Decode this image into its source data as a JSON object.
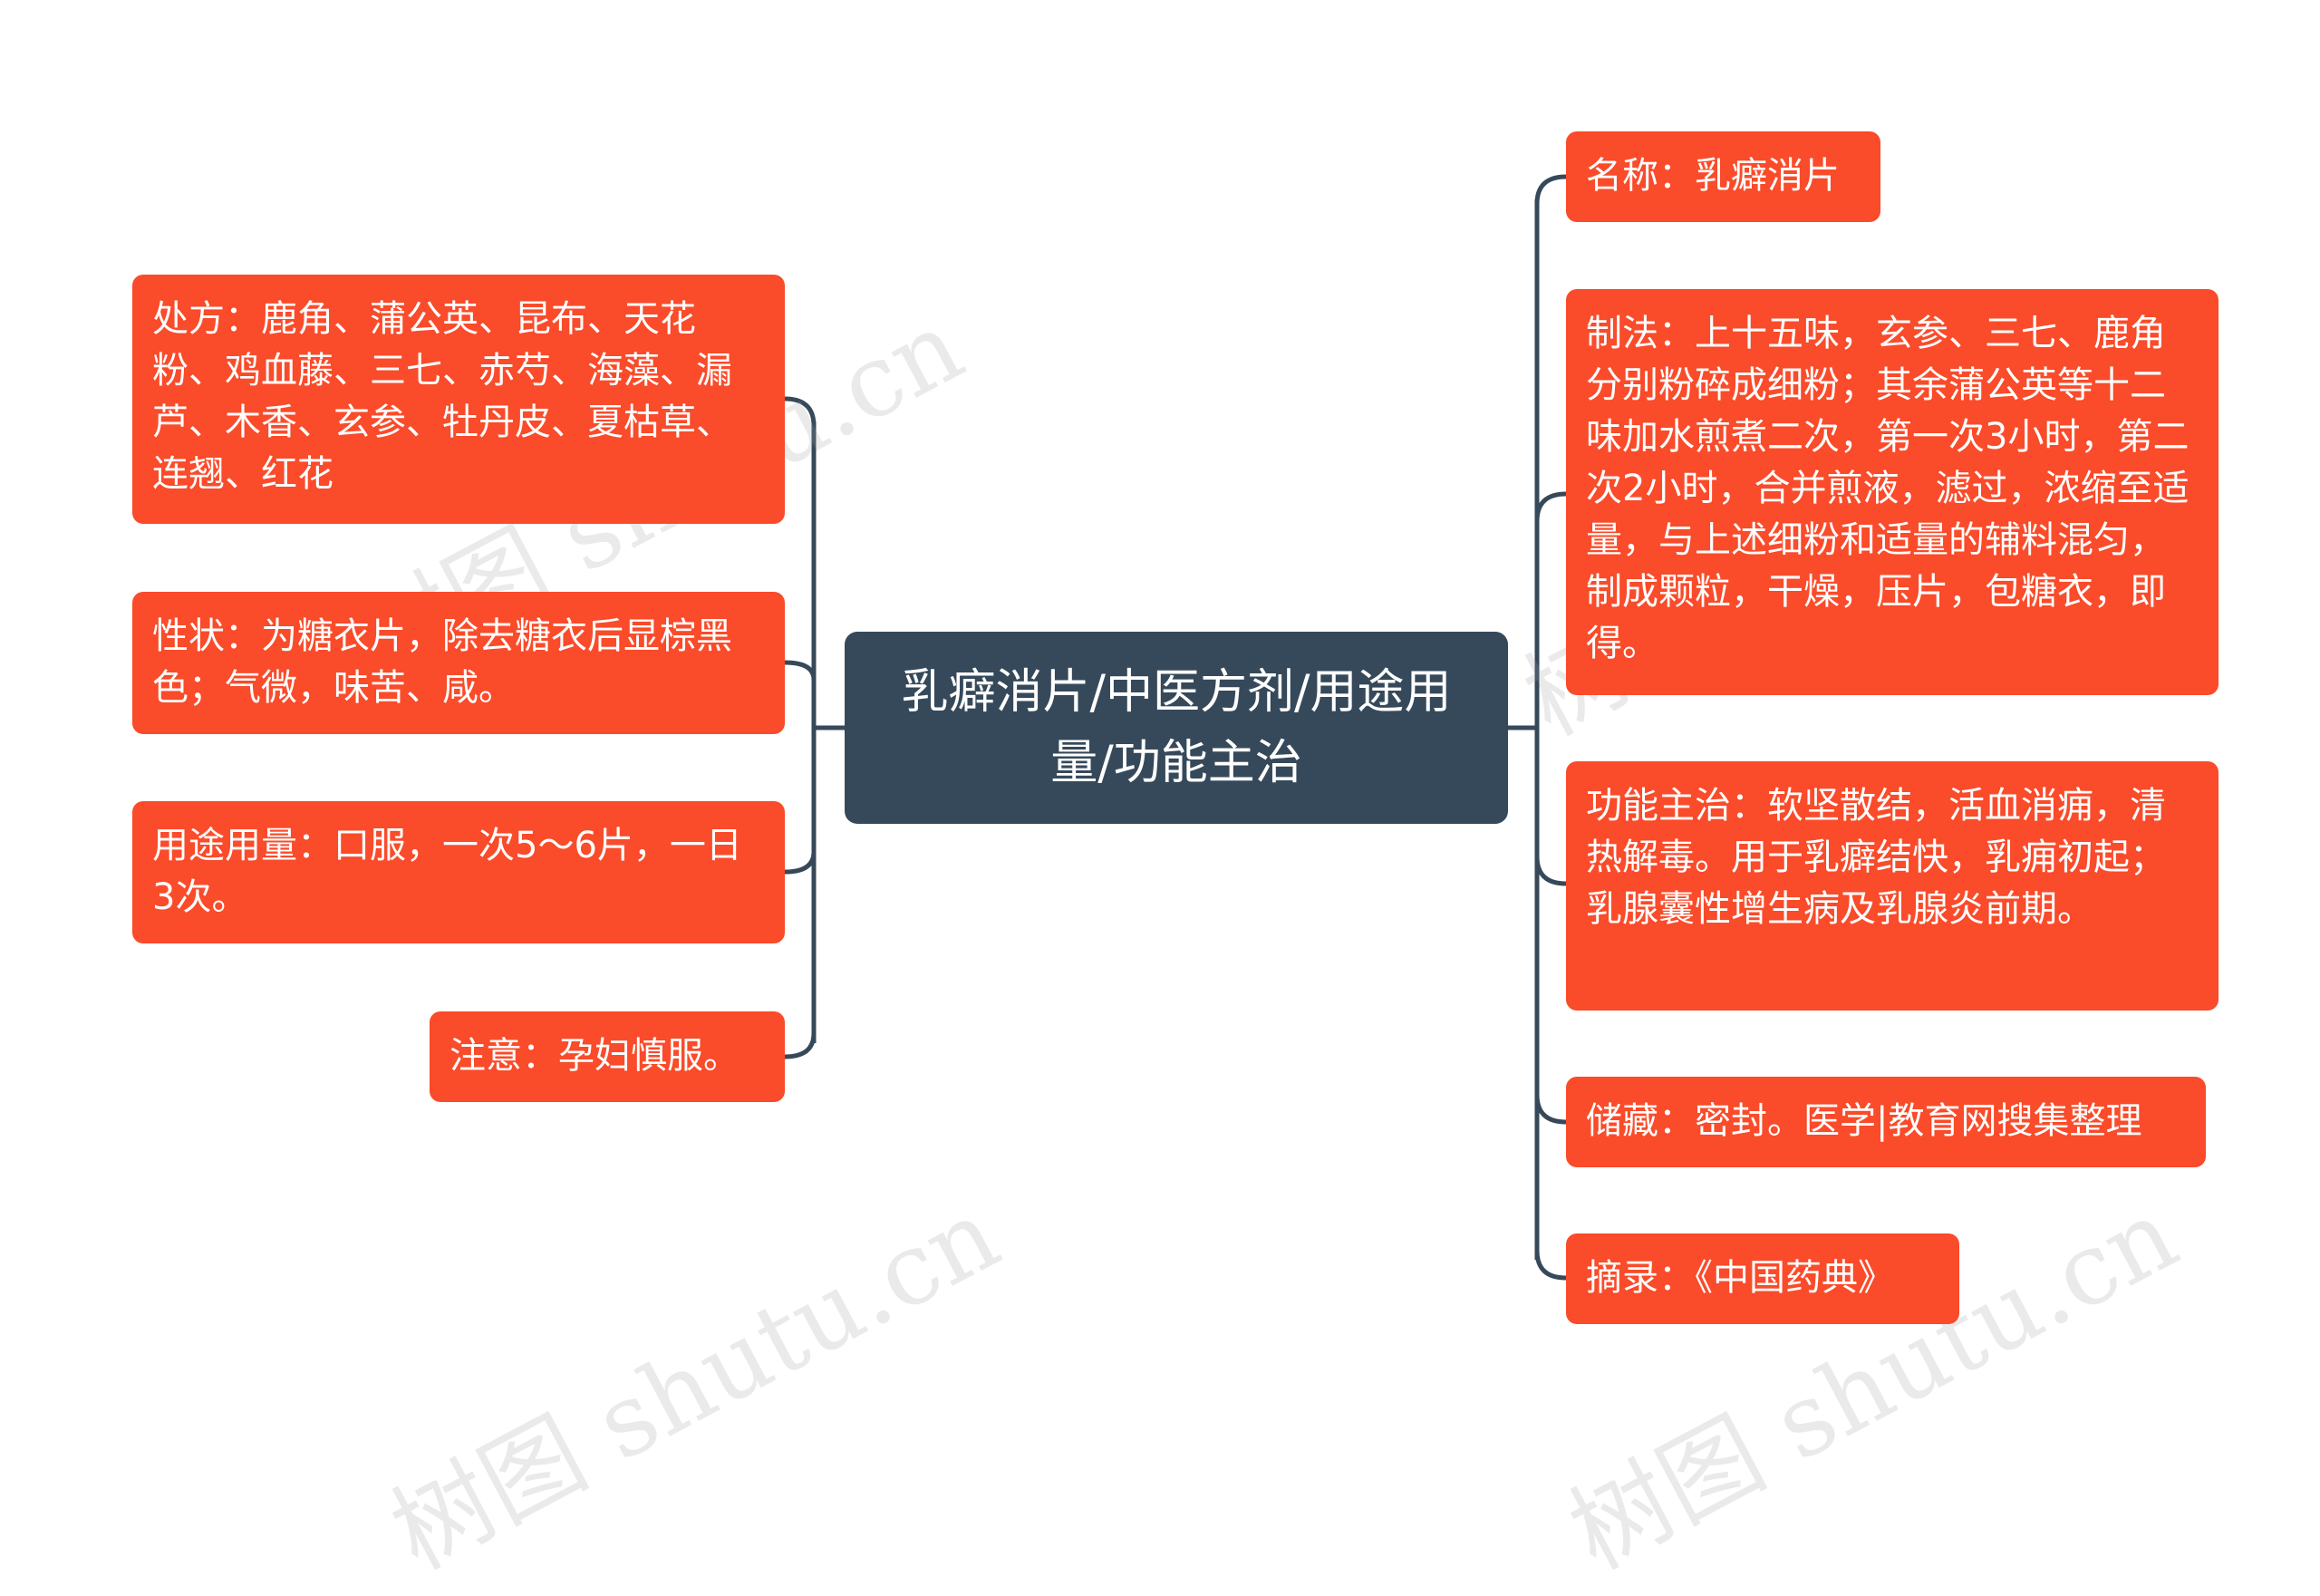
{
  "colors": {
    "center_bg": "#36495a",
    "node_bg": "#fa4b2a",
    "connector": "#36495a",
    "text": "#ffffff"
  },
  "center": {
    "text": "乳癖消片/中医方剂/用途用量/功能主治"
  },
  "left_nodes": [
    {
      "id": "chufang",
      "text": "处方：鹿角、蒲公英、昆布、天花粉、鸡血藤、三七、赤芍、海藻、漏芦、木香、玄参、牡丹皮、夏枯草、连翘、红花"
    },
    {
      "id": "xingzhuang",
      "text": "性状：为糖衣片，除去糖衣后显棕黑色；气微，味苦、咸。"
    },
    {
      "id": "yongtu",
      "text": "用途用量：口服，一次5～6片，一日3次。"
    },
    {
      "id": "zhuyi",
      "text": "注意：孕妇慎服。"
    }
  ],
  "right_nodes": [
    {
      "id": "mingcheng",
      "text": "名称：乳癖消片"
    },
    {
      "id": "zhifa",
      "text": "制法：上十五味，玄参、三七、鹿角分别粉碎成细粉；其余蒲公英等十二味加水煎煮二次，第一次3小时，第二次2小时，合并煎液，滤过，浓缩至适量，与上述细粉和适量的辅料混匀，制成颗粒，干燥，压片，包糖衣，即得。"
    },
    {
      "id": "gongneng",
      "text": "功能主治：软坚散结，活血消痈，清热解毒。用于乳癖结快，乳痈初起；乳腺囊性增生病及乳腺炎前期。"
    },
    {
      "id": "chucang",
      "text": "储藏：密封。医学|教育网搜集整理"
    },
    {
      "id": "zhailu",
      "text": "摘录：《中国药典》"
    }
  ],
  "watermark": {
    "text": "树图 shutu.cn"
  }
}
